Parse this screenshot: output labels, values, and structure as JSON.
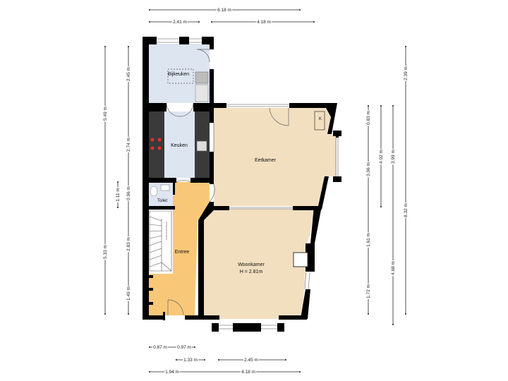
{
  "dimensions": {
    "top_overall": "6.18 m",
    "top_left": "2.41 m",
    "top_right": "4.18 m",
    "left_upper_total": "5.49 m",
    "left_bijkeuken": "2.45 m",
    "left_keuken": "2.74 m",
    "left_small": "1.11 m",
    "left_toilet": "0.96 m",
    "left_lower_total": "5.33 m",
    "left_stair": "2.83 m",
    "left_bottom": "1.49 m",
    "right_top": "2.39 m",
    "right_k": "0.83 m",
    "right_eetkamer": "3.06 m",
    "right_402": "4.02 m",
    "right_399": "3.99 m",
    "right_overall": "8.32 m",
    "right_161": "1.61 m",
    "right_468": "4.68 m",
    "right_172": "1.72 m",
    "bottom_087": "0.87 m",
    "bottom_097": "0.97 m",
    "bottom_133": "1.33 m",
    "bottom_245": "2.45 m",
    "bottom_194": "1.94 m",
    "bottom_418": "4.18 m"
  },
  "rooms": {
    "bijkeuken": "Bijkeuken",
    "keuken": "Keuken",
    "eetkamer": "Eetkamer",
    "toilet": "Toilet",
    "entree": "Entree",
    "woonkamer": "Woonkamer",
    "woonkamer_height": "H = 2.81m",
    "k_label": "K"
  },
  "colors": {
    "bijkeuken": "#dde5f0",
    "keuken": "#dde5f0",
    "toilet": "#dde5f0",
    "living": "#f2dfc0",
    "entree": "#f8c878",
    "wall": "#000000"
  }
}
